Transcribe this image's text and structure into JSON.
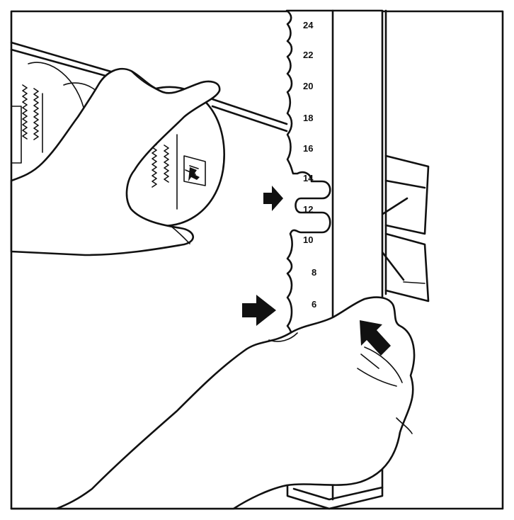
{
  "rail_scale": {
    "labels": [
      "24",
      "22",
      "20",
      "18",
      "16",
      "14",
      "12",
      "10",
      "8",
      "6"
    ],
    "highlighted": "12"
  },
  "colors": {
    "ink": "#111111",
    "paper": "#ffffff"
  },
  "icons": [
    "arrow-icon",
    "arrow-icon",
    "arrow-icon",
    "arrow-icon"
  ]
}
